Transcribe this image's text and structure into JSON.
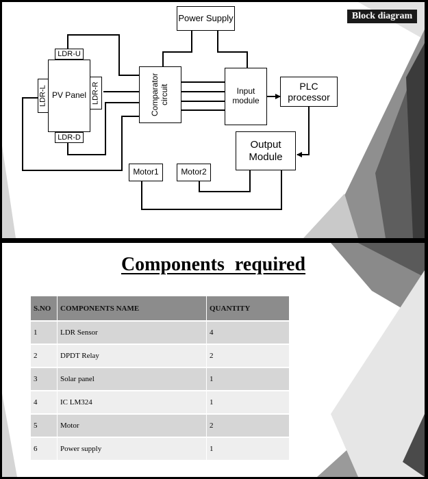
{
  "block_diagram": {
    "tag": "Block diagram",
    "blocks": {
      "power_supply": "Power Supply",
      "ldr_u": "LDR-U",
      "ldr_l": "LDR-L",
      "pv_panel": "PV Panel",
      "ldr_r": "LDR-R",
      "ldr_d": "LDR-D",
      "comparator": "Comparator circuit",
      "input_module": "Input module",
      "plc": "PLC processor",
      "output_module": "Output Module",
      "motor1": "Motor1",
      "motor2": "Motor2"
    }
  },
  "components": {
    "title": "Components required",
    "headers": [
      "S.NO",
      "COMPONENTS NAME",
      "QUANTITY"
    ],
    "rows": [
      {
        "sno": "1",
        "name": "LDR Sensor",
        "qty": "4"
      },
      {
        "sno": "2",
        "name": "DPDT Relay",
        "qty": "2"
      },
      {
        "sno": "3",
        "name": "Solar panel",
        "qty": "1"
      },
      {
        "sno": "4",
        "name": "IC LM324",
        "qty": "1"
      },
      {
        "sno": "5",
        "name": "Motor",
        "qty": "2"
      },
      {
        "sno": "6",
        "name": "Power supply",
        "qty": "1"
      }
    ]
  }
}
